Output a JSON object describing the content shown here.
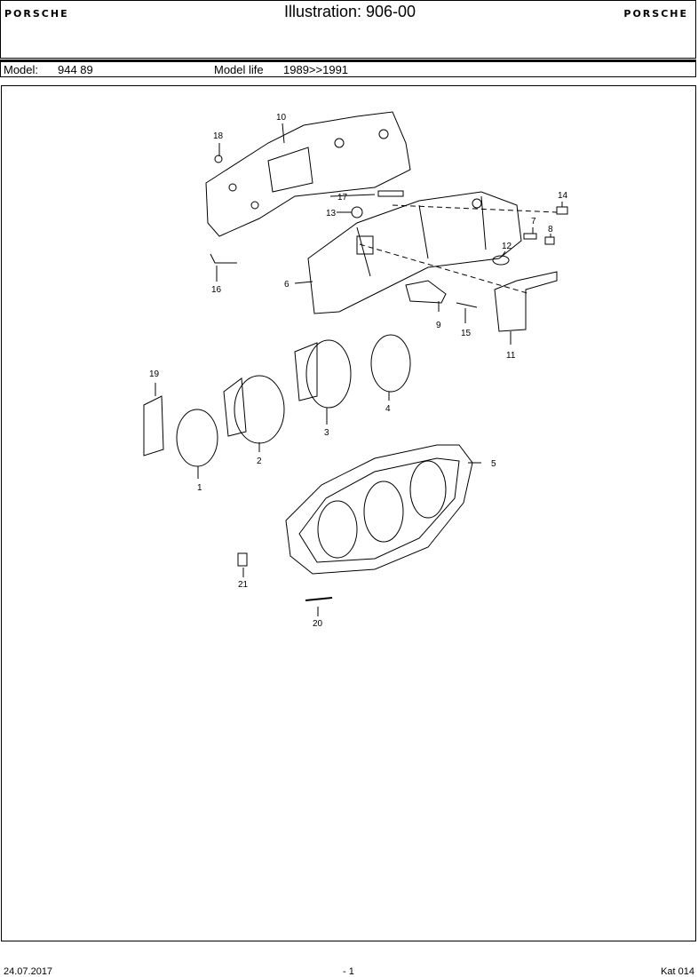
{
  "header": {
    "brand_left": "PORSCHE",
    "brand_right": "PORSCHE",
    "title": "Illustration: 906-00"
  },
  "model_bar": {
    "model_label": "Model:",
    "model_value": "944 89",
    "life_label": "Model life",
    "life_value": "1989>>1991"
  },
  "diagram": {
    "callouts": [
      "1",
      "2",
      "3",
      "4",
      "5",
      "6",
      "7",
      "8",
      "9",
      "10",
      "11",
      "12",
      "13",
      "14",
      "15",
      "16",
      "17",
      "18",
      "19",
      "20",
      "21"
    ]
  },
  "footer": {
    "date": "24.07.2017",
    "page": "- 1",
    "catalog": "Kat 014"
  }
}
